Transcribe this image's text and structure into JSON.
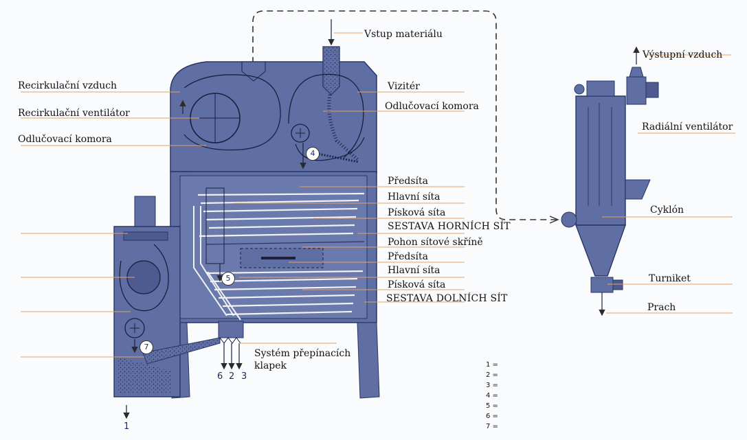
{
  "colors": {
    "body": "#5f6ea3",
    "body_dark": "#4d5b90",
    "outline": "#2a3466",
    "leader": "#e8a062",
    "flow": "#2b2b2b",
    "screen": "#f1f2f5"
  },
  "labels": {
    "vstup_materialu": "Vstup materiálu",
    "recirkulacni_vzduch": "Recirkulační vzduch",
    "vyzitor": "Vizitér",
    "recirkulacni_ventilator": "Recirkulační ventilátor",
    "odlucovaci_komora_right": "Odlučovací komora",
    "odlucovaci_komora_left": "Odlučovací komora",
    "predsita_upper": "Předsíta",
    "hlavni_sita_upper": "Hlavní síta",
    "piskova_sita_upper": "Písková síta",
    "sestava_hornich_sit": "SESTAVA HORNÍCH SÍT",
    "pohon_sitove_skrine": "Pohon sítové skříně",
    "predsita_lower": "Předsíta",
    "hlavni_sita_lower": "Hlavní síta",
    "piskova_sita_lower": "Písková síta",
    "sestava_dolnich_sit": "SESTAVA DOLNÍCH SÍT",
    "system_prepinacich": "Systém přepínacích",
    "klapek": "klapek",
    "vystupni_vzduch": "Výstupní vzduch",
    "radialni_ventilator": "Radiální ventilátor",
    "cyklon": "Cyklón",
    "turniket": "Turniket",
    "prach": "Prach"
  },
  "callouts": {
    "c4": "4",
    "c5": "5",
    "c7": "7"
  },
  "outputs": {
    "o6": "6",
    "o2": "2",
    "o3": "3",
    "o1": "1"
  },
  "legend": [
    "1 =",
    "2 =",
    "3 =",
    "4 =",
    "5 =",
    "6 =",
    "7 ="
  ]
}
